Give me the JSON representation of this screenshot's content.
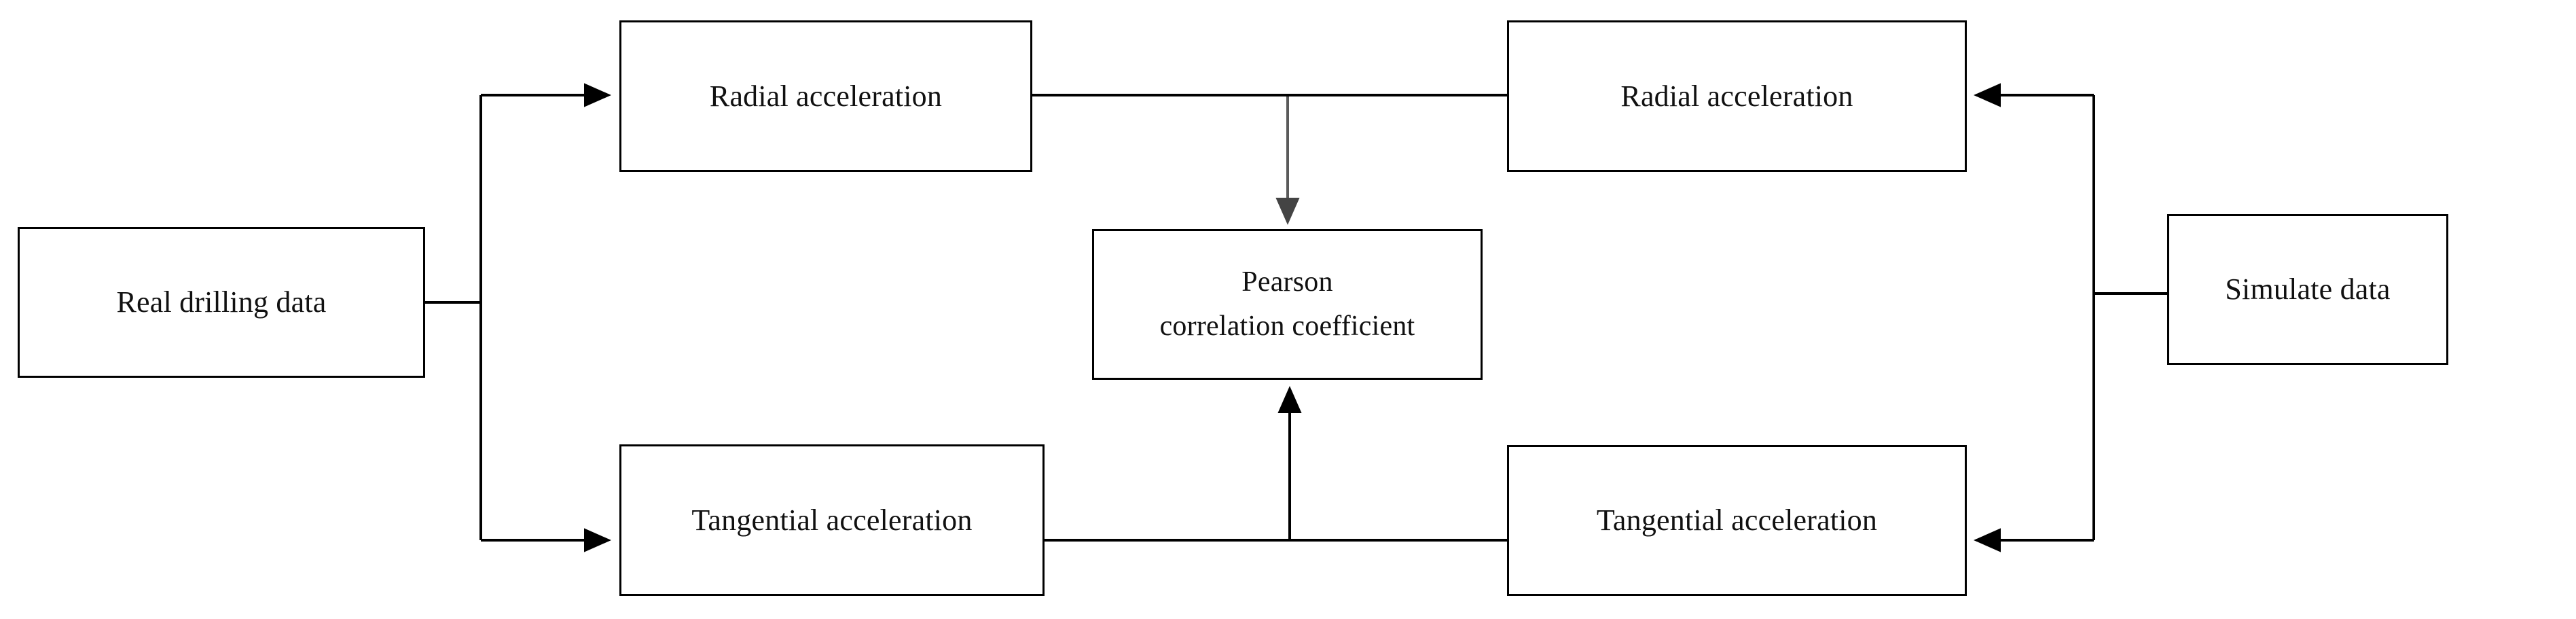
{
  "diagram": {
    "type": "flowchart",
    "background_color": "#ffffff",
    "stroke_color": "#000000",
    "text_color": "#111111",
    "nodes": [
      {
        "id": "real-drilling-data",
        "label": "Real drilling data"
      },
      {
        "id": "radial-left",
        "label": "Radial acceleration"
      },
      {
        "id": "tangential-left",
        "label": "Tangential acceleration"
      },
      {
        "id": "pearson",
        "label_line1": "Pearson",
        "label_line2": "correlation coefficient"
      },
      {
        "id": "radial-right",
        "label": "Radial acceleration"
      },
      {
        "id": "tangential-right",
        "label": "Tangential acceleration"
      },
      {
        "id": "simulate-data",
        "label": "Simulate data"
      }
    ],
    "edges": [
      {
        "from": "real-drilling-data",
        "to": "radial-left",
        "arrow": "to"
      },
      {
        "from": "real-drilling-data",
        "to": "tangential-left",
        "arrow": "to"
      },
      {
        "from": "radial-left",
        "to": "pearson",
        "arrow": "to"
      },
      {
        "from": "tangential-left",
        "to": "pearson",
        "arrow": "to"
      },
      {
        "from": "radial-right",
        "to": "pearson",
        "arrow": "none"
      },
      {
        "from": "tangential-right",
        "to": "pearson",
        "arrow": "none"
      },
      {
        "from": "simulate-data",
        "to": "radial-right",
        "arrow": "to"
      },
      {
        "from": "simulate-data",
        "to": "tangential-right",
        "arrow": "to"
      }
    ]
  }
}
